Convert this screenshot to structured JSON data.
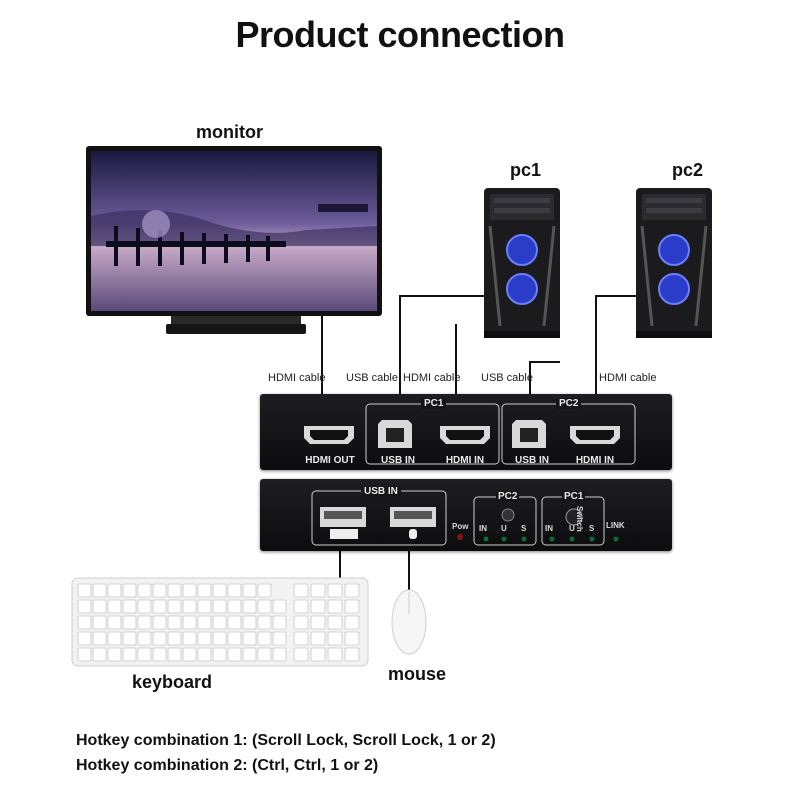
{
  "title": "Product connection",
  "devices": {
    "monitor": "monitor",
    "pc1": "pc1",
    "pc2": "pc2",
    "keyboard": "keyboard",
    "mouse": "mouse"
  },
  "cables": {
    "hdmi_left": "HDMI cable",
    "usb_pc1": "USB cable",
    "hdmi_pc1": "HDMI cable",
    "usb_pc2": "USB cable",
    "hdmi_pc2": "HDMI cable"
  },
  "back_panel": {
    "pc1_group": "PC1",
    "pc2_group": "PC2",
    "hdmi_out": "HDMI OUT",
    "usb_in_1": "USB IN",
    "hdmi_in_1": "HDMI IN",
    "usb_in_2": "USB IN",
    "hdmi_in_2": "HDMI IN"
  },
  "front_panel": {
    "usb_in": "USB IN",
    "pow": "Pow",
    "pc2": "PC2",
    "pc1": "PC1",
    "switch": "Switch",
    "link": "LINK",
    "pc2_in": "IN",
    "pc2_u": "U",
    "pc2_s": "S",
    "pc1_in": "IN",
    "pc1_u": "U",
    "pc1_s": "S"
  },
  "hotkeys": [
    "Hotkey combination 1: (Scroll Lock, Scroll Lock, 1 or 2)",
    "Hotkey combination 2: (Ctrl, Ctrl, 1 or 2)"
  ]
}
